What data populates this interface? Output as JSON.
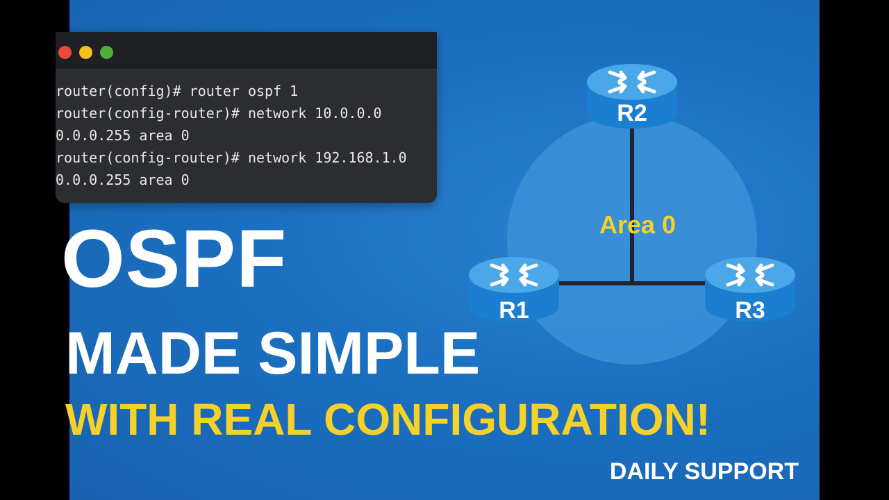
{
  "terminal": {
    "lines": [
      "router(config)# router ospf 1",
      "router(config-router)# network 10.0.0.0",
      "0.0.0.255 area 0",
      "router(config-router)# network 192.168.1.0",
      "0.0.0.255 area 0"
    ]
  },
  "diagram": {
    "area_label": "Area 0",
    "routers": {
      "r1": "R1",
      "r2": "R2",
      "r3": "R3"
    },
    "icons": [
      "router-icon"
    ]
  },
  "headline": {
    "line1": "OSPF",
    "line2": "MADE SIMPLE",
    "line3": "WITH REAL CONFIGURATION!"
  },
  "brand": "DAILY SUPPORT",
  "colors": {
    "background": "#1b6fc0",
    "area_circle": "#3d8fd8",
    "headline_accent": "#f6d12a",
    "area_label": "#f6d12a",
    "router_top": "#4aa8e8",
    "router_side": "#1a7fd0"
  }
}
